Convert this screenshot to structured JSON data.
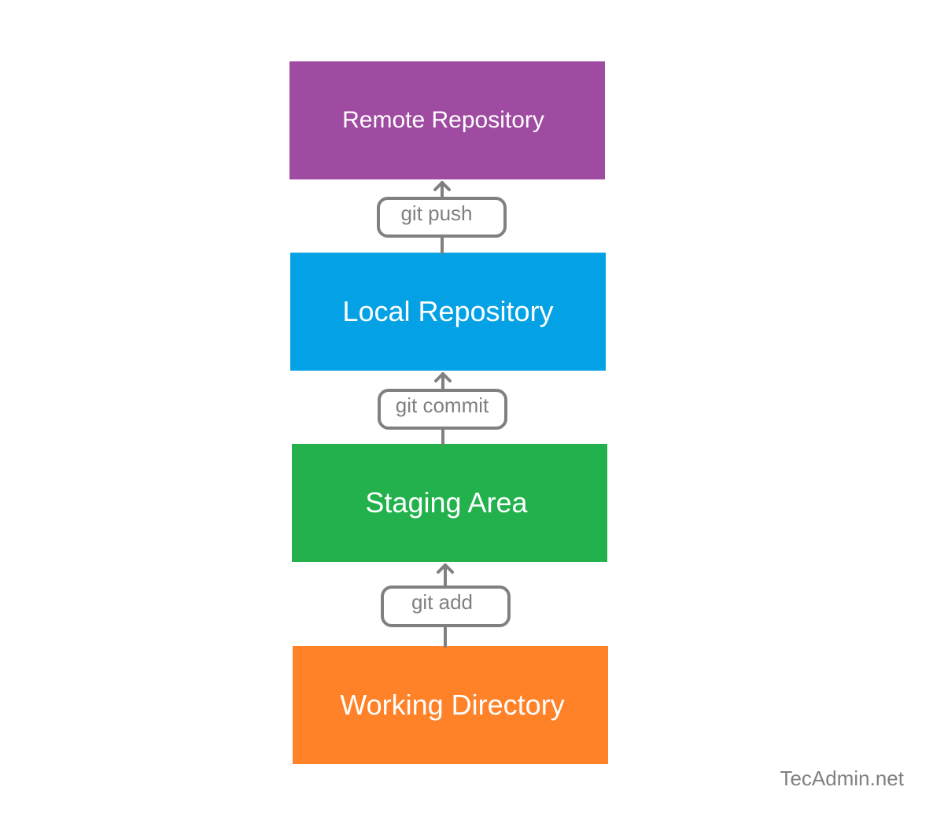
{
  "colors": {
    "remote": "#a04ba2",
    "local": "#04a2e5",
    "staging": "#22b14c",
    "working": "#ff8128",
    "connector": "#808080",
    "command_text": "#808080"
  },
  "stages": {
    "remote": "Remote Repository",
    "local": "Local Repository",
    "staging": "Staging Area",
    "working": "Working Directory"
  },
  "commands": {
    "push": "git push",
    "commit": "git commit",
    "add": "git add"
  },
  "icons": {
    "arrow": "arrow-up-icon"
  },
  "watermark": "TecAdmin.net"
}
